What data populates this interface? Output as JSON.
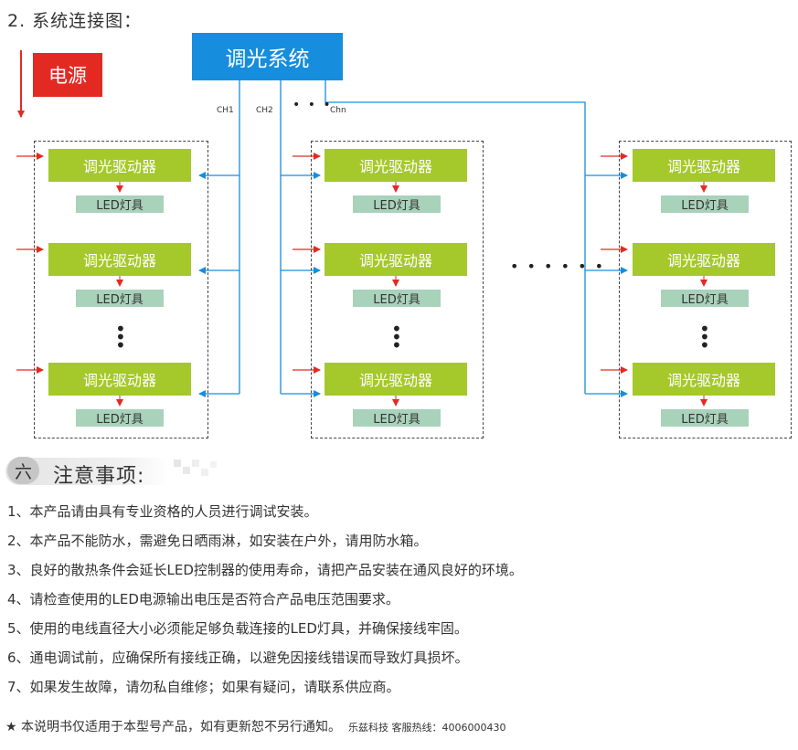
{
  "heading": "2. 系统连接图：",
  "power_label": "电源",
  "system_label": "调光系统",
  "channels": [
    "CH1",
    "CH2",
    "Chn"
  ],
  "channel_ellipsis": "• • •",
  "group_ellipsis": "• • • • • •",
  "driver_label": "调光驱动器",
  "lamp_label": "LED灯具",
  "vertical_ellipsis": "•\n•\n•",
  "section": {
    "number": "六",
    "title": "注意事项:"
  },
  "notes": [
    "1、本产品请由具有专业资格的人员进行调试安装。",
    "2、本产品不能防水，需避免日晒雨淋，如安装在户外，请用防水箱。",
    "3、良好的散热条件会延长LED控制器的使用寿命，请把产品安装在通风良好的环境。",
    "4、请检查使用的LED电源输出电压是否符合产品电压范围要求。",
    "5、使用的电线直径大小必须能足够负载连接的LED灯具，并确保接线牢固。",
    "6、通电调试前，应确保所有接线正确，以避免因接线错误而导致灯具损坏。",
    "7、如果发生故障，请勿私自维修；如果有疑问，请联系供应商。"
  ],
  "footer": {
    "notice": "★ 本说明书仅适用于本型号产品，如有更新恕不另行通知。",
    "contact": "乐兹科技 客服热线：4006000430"
  },
  "colors": {
    "power_red": "#e32a22",
    "system_blue": "#168ddd",
    "driver_green": "#a5c82b",
    "lamp_green": "#a9d2bb",
    "arrow_red": "#e32a22",
    "arrow_blue": "#168ddd"
  }
}
